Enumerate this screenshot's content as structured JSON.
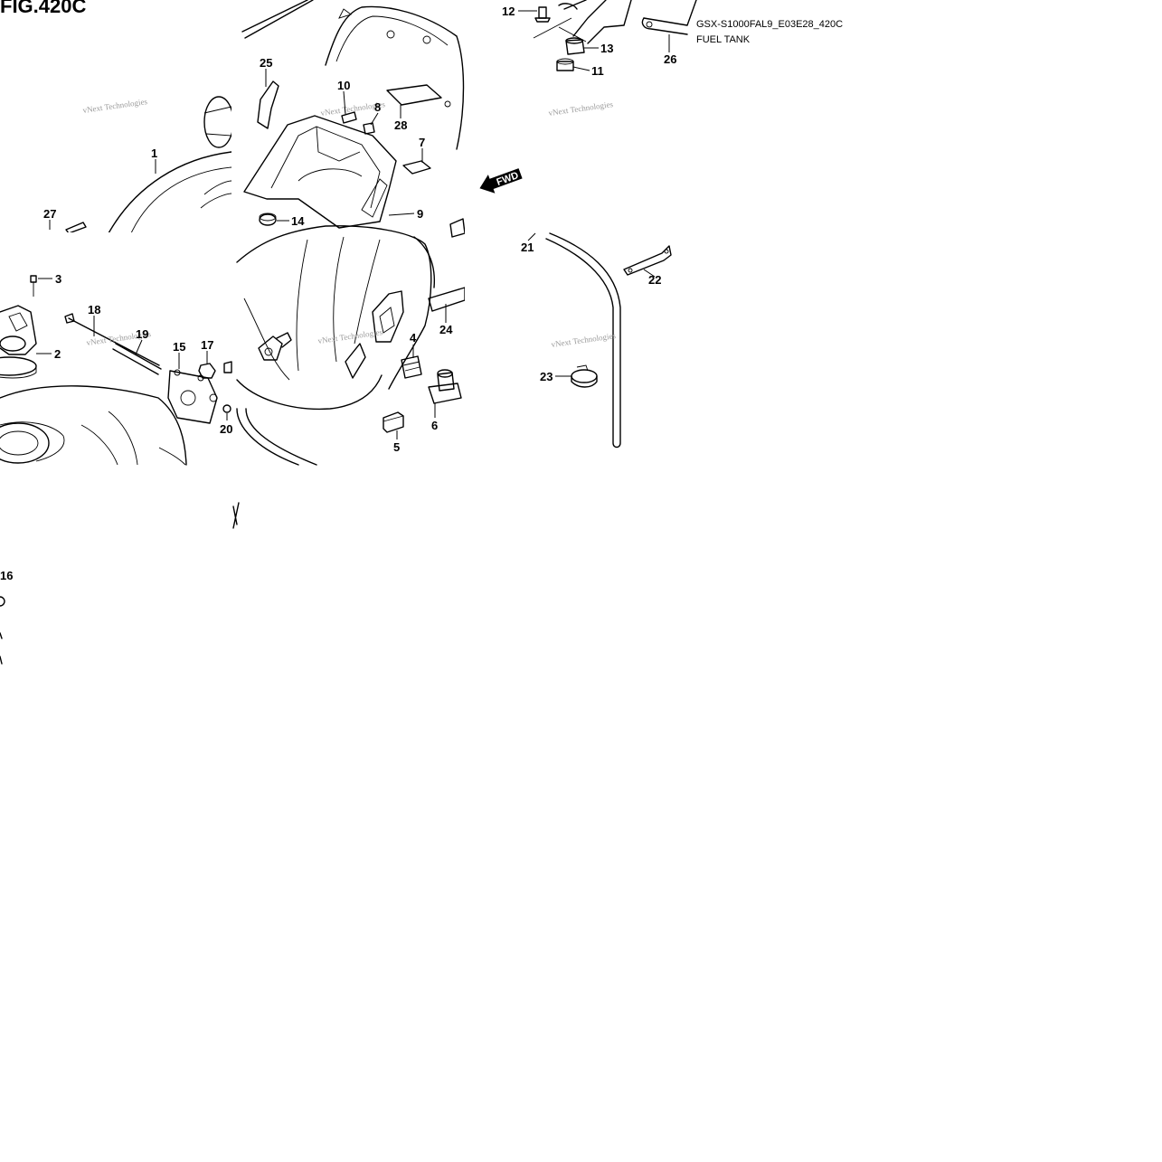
{
  "figure_title": "FIG.420C",
  "model_code": "GSX-S1000FAL9_E03E28_420C",
  "section_name": "FUEL TANK",
  "fwd_label": "FWD",
  "watermark": "vNext Technologies",
  "callouts": [
    {
      "id": "c1",
      "label": "1"
    },
    {
      "id": "c2",
      "label": "2"
    },
    {
      "id": "c3",
      "label": "3"
    },
    {
      "id": "c4",
      "label": "4"
    },
    {
      "id": "c5",
      "label": "5"
    },
    {
      "id": "c6",
      "label": "6"
    },
    {
      "id": "c7",
      "label": "7"
    },
    {
      "id": "c8",
      "label": "8"
    },
    {
      "id": "c9",
      "label": "9"
    },
    {
      "id": "c10",
      "label": "10"
    },
    {
      "id": "c11",
      "label": "11"
    },
    {
      "id": "c12",
      "label": "12"
    },
    {
      "id": "c13",
      "label": "13"
    },
    {
      "id": "c14",
      "label": "14"
    },
    {
      "id": "c15",
      "label": "15"
    },
    {
      "id": "c16",
      "label": "16"
    },
    {
      "id": "c17",
      "label": "17"
    },
    {
      "id": "c18",
      "label": "18"
    },
    {
      "id": "c19",
      "label": "19"
    },
    {
      "id": "c20",
      "label": "20"
    },
    {
      "id": "c21",
      "label": "21"
    },
    {
      "id": "c22",
      "label": "22"
    },
    {
      "id": "c23",
      "label": "23"
    },
    {
      "id": "c24",
      "label": "24"
    },
    {
      "id": "c25",
      "label": "25"
    },
    {
      "id": "c26",
      "label": "26"
    },
    {
      "id": "c27",
      "label": "27"
    },
    {
      "id": "c28",
      "label": "28"
    }
  ]
}
